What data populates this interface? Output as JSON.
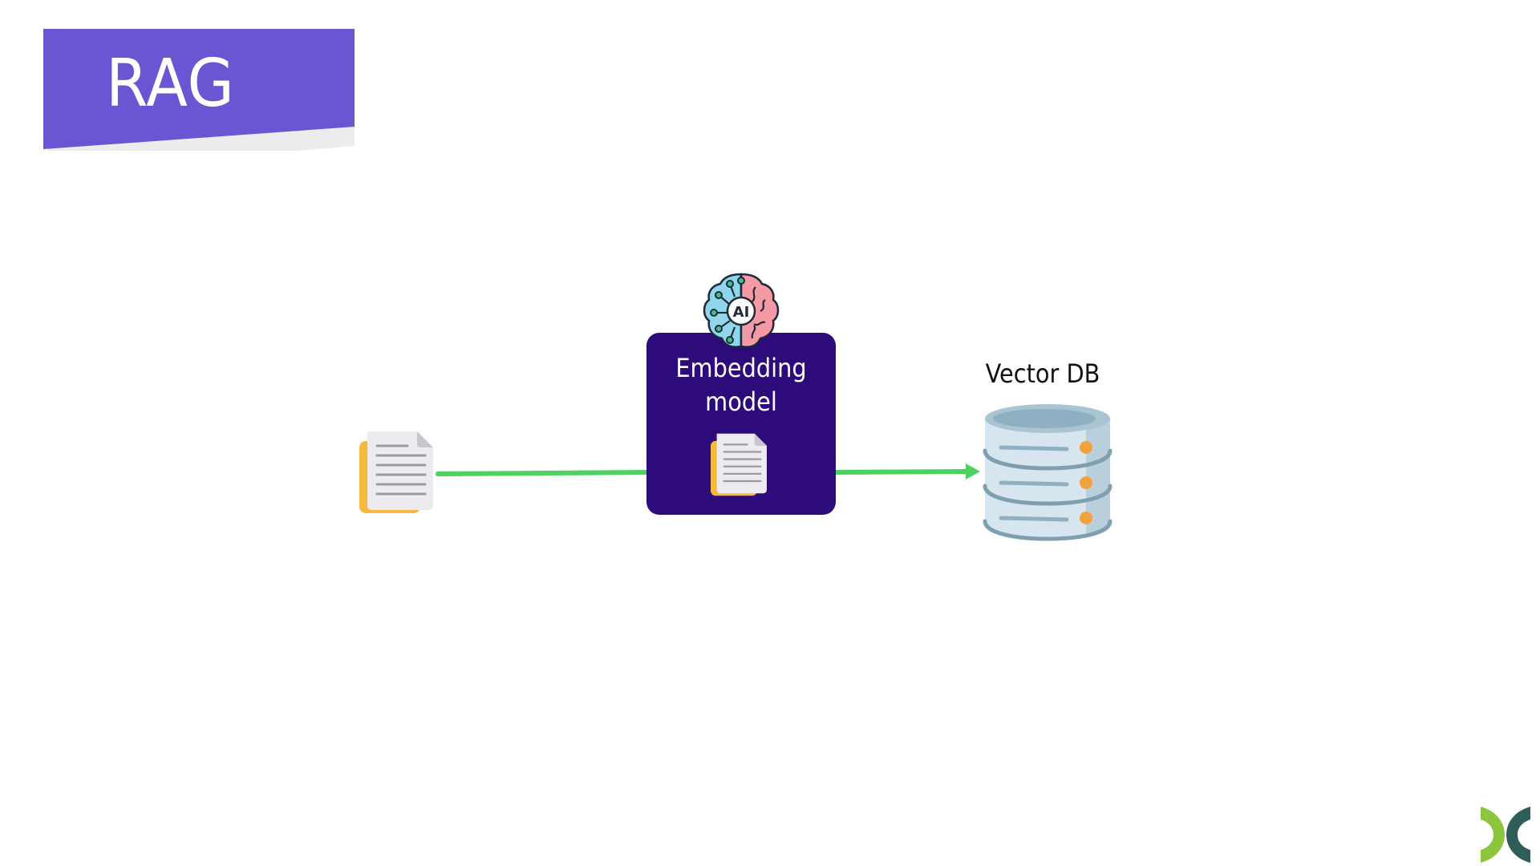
{
  "slide": {
    "title": "RAG"
  },
  "diagram": {
    "source_icon": "document-stack-icon",
    "model": {
      "label_line1": "Embedding",
      "label_line2": "model",
      "badge_icon": "ai-brain-icon",
      "badge_text": "AI",
      "inner_icon": "document-stack-icon"
    },
    "target": {
      "label": "Vector DB",
      "icon": "database-icon"
    },
    "connector_color": "#4cd35f"
  },
  "colors": {
    "title_banner": "#6a55d2",
    "model_box": "#2e0b7a",
    "accent_green": "#4cd35f",
    "db_dots": "#f2a13c"
  },
  "branding": {
    "logo_icon": "brand-logo-icon"
  }
}
